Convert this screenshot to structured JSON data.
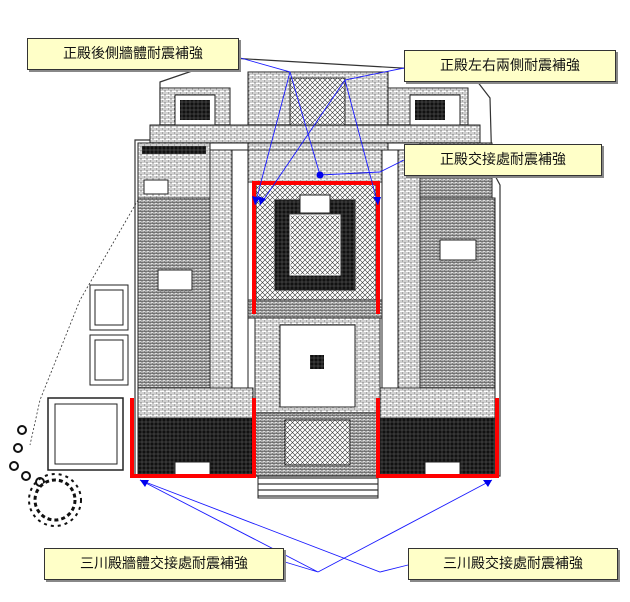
{
  "callouts": {
    "rear_wall": "正殿後側牆體耐震補強",
    "two_sides": "正殿左右兩側耐震補強",
    "junction": "正殿交接處耐震補強",
    "sanchuan_wall_junction": "三川殿牆體交接處耐震補強",
    "sanchuan_junction": "三川殿交接處耐震補強"
  },
  "colors": {
    "reinforcement": "#ff0000",
    "leader": "#1a1aff",
    "arrowhead": "#0000ee",
    "callout_fill": "#ffffc8",
    "brick": "#444444"
  }
}
